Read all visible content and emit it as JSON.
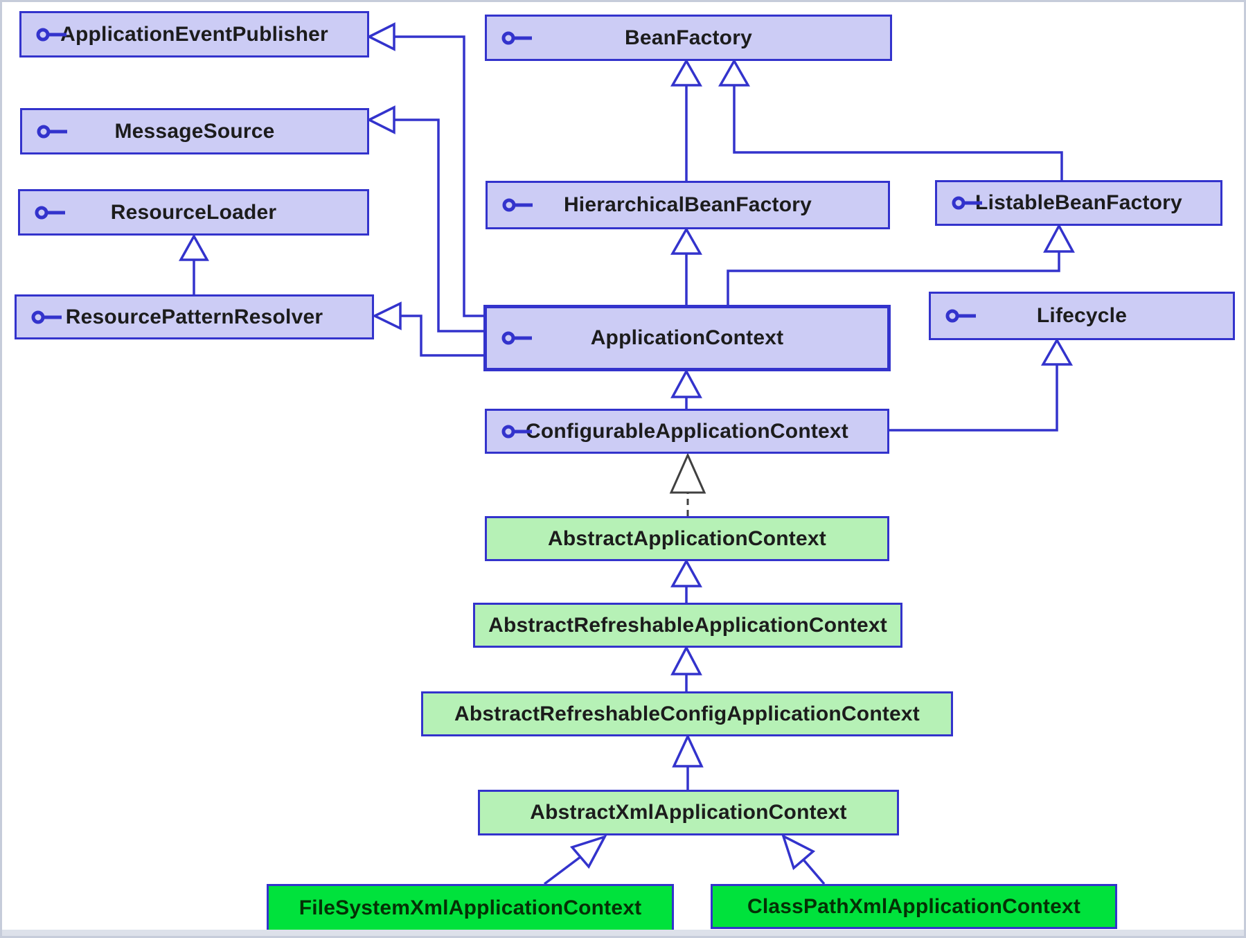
{
  "diagram_type": "uml-class-diagram",
  "nodes": {
    "application_event_publisher": {
      "label": "ApplicationEventPublisher",
      "kind": "interface"
    },
    "message_source": {
      "label": "MessageSource",
      "kind": "interface"
    },
    "resource_loader": {
      "label": "ResourceLoader",
      "kind": "interface"
    },
    "resource_pattern_resolver": {
      "label": "ResourcePatternResolver",
      "kind": "interface"
    },
    "bean_factory": {
      "label": "BeanFactory",
      "kind": "interface"
    },
    "hierarchical_bean_factory": {
      "label": "HierarchicalBeanFactory",
      "kind": "interface"
    },
    "listable_bean_factory": {
      "label": "ListableBeanFactory",
      "kind": "interface"
    },
    "application_context": {
      "label": "ApplicationContext",
      "kind": "interface",
      "highlighted": true
    },
    "lifecycle": {
      "label": "Lifecycle",
      "kind": "interface"
    },
    "configurable_application_context": {
      "label": "ConfigurableApplicationContext",
      "kind": "interface"
    },
    "abstract_application_context": {
      "label": "AbstractApplicationContext",
      "kind": "abstract-class"
    },
    "abstract_refreshable_application_context": {
      "label": "AbstractRefreshableApplicationContext",
      "kind": "abstract-class"
    },
    "abstract_refreshable_config_application_context": {
      "label": "AbstractRefreshableConfigApplicationContext",
      "kind": "abstract-class"
    },
    "abstract_xml_application_context": {
      "label": "AbstractXmlApplicationContext",
      "kind": "abstract-class"
    },
    "file_system_xml_application_context": {
      "label": "FileSystemXmlApplicationContext",
      "kind": "concrete-class"
    },
    "class_path_xml_application_context": {
      "label": "ClassPathXmlApplicationContext",
      "kind": "concrete-class"
    }
  },
  "relationships": [
    {
      "from": "ResourcePatternResolver",
      "to": "ResourceLoader",
      "type": "extends"
    },
    {
      "from": "HierarchicalBeanFactory",
      "to": "BeanFactory",
      "type": "extends"
    },
    {
      "from": "ListableBeanFactory",
      "to": "BeanFactory",
      "type": "extends"
    },
    {
      "from": "ApplicationContext",
      "to": "ApplicationEventPublisher",
      "type": "extends"
    },
    {
      "from": "ApplicationContext",
      "to": "MessageSource",
      "type": "extends"
    },
    {
      "from": "ApplicationContext",
      "to": "ResourcePatternResolver",
      "type": "extends"
    },
    {
      "from": "ApplicationContext",
      "to": "HierarchicalBeanFactory",
      "type": "extends"
    },
    {
      "from": "ApplicationContext",
      "to": "ListableBeanFactory",
      "type": "extends"
    },
    {
      "from": "ConfigurableApplicationContext",
      "to": "ApplicationContext",
      "type": "extends"
    },
    {
      "from": "ConfigurableApplicationContext",
      "to": "Lifecycle",
      "type": "extends"
    },
    {
      "from": "AbstractApplicationContext",
      "to": "ConfigurableApplicationContext",
      "type": "realizes"
    },
    {
      "from": "AbstractRefreshableApplicationContext",
      "to": "AbstractApplicationContext",
      "type": "extends"
    },
    {
      "from": "AbstractRefreshableConfigApplicationContext",
      "to": "AbstractRefreshableApplicationContext",
      "type": "extends"
    },
    {
      "from": "AbstractXmlApplicationContext",
      "to": "AbstractRefreshableConfigApplicationContext",
      "type": "extends"
    },
    {
      "from": "FileSystemXmlApplicationContext",
      "to": "AbstractXmlApplicationContext",
      "type": "extends"
    },
    {
      "from": "ClassPathXmlApplicationContext",
      "to": "AbstractXmlApplicationContext",
      "type": "extends"
    }
  ],
  "colors": {
    "interface_fill": "#ccccf5",
    "abstract_class_fill": "#b6f1b6",
    "concrete_class_fill": "#00e23c",
    "border_and_line": "#3333cc",
    "realize_arrow": "#404040",
    "text": "#1c1c1c"
  }
}
